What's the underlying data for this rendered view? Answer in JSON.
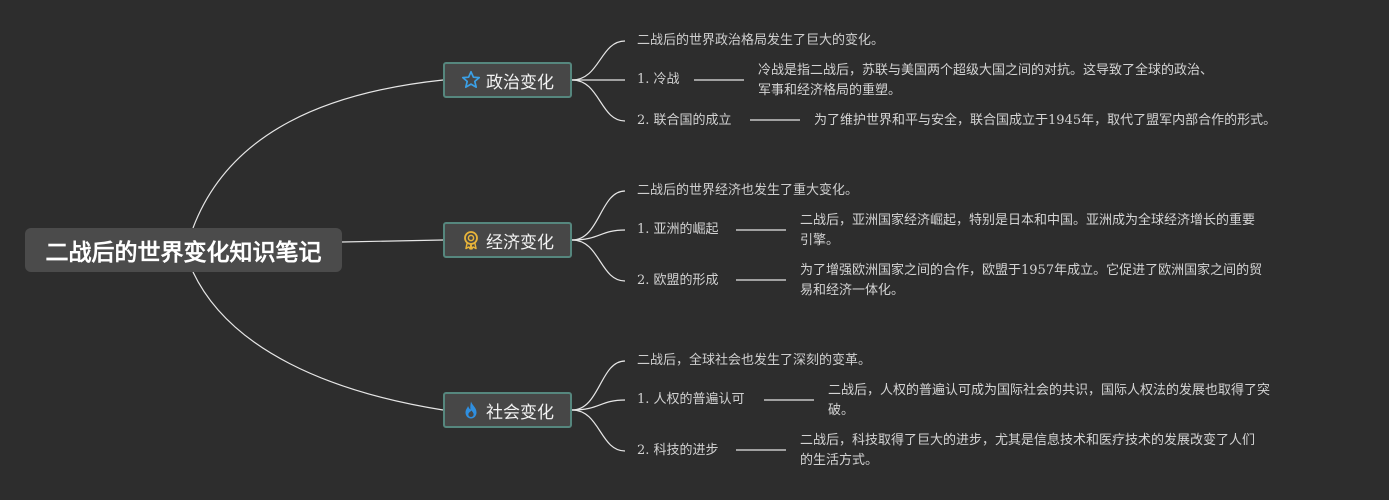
{
  "root": {
    "title": "二战后的世界变化知识笔记"
  },
  "colors": {
    "background": "#2d2d2d",
    "root_fill": "#4b4b4b",
    "topic_fill": "#474747",
    "topic_border": "#56877e",
    "line": "#e6e6e6",
    "icon_star": "#3ba0e6",
    "icon_award": "#e8b43a",
    "icon_flame": "#2f8fe0"
  },
  "topics": [
    {
      "label": "政治变化",
      "icon": "star-icon",
      "summary": "二战后的世界政治格局发生了巨大的变化。",
      "items": [
        {
          "label": "1. 冷战",
          "desc_lines": [
            "冷战是指二战后，苏联与美国两个超级大国之间的对抗。这导致了全球的政治、",
            "军事和经济格局的重塑。"
          ]
        },
        {
          "label": "2. 联合国的成立",
          "desc_lines": [
            "为了维护世界和平与安全，联合国成立于1945年，取代了盟军内部合作的形式。"
          ]
        }
      ]
    },
    {
      "label": "经济变化",
      "icon": "award-ribbon-icon",
      "summary": "二战后的世界经济也发生了重大变化。",
      "items": [
        {
          "label": "1. 亚洲的崛起",
          "desc_lines": [
            "二战后，亚洲国家经济崛起，特别是日本和中国。亚洲成为全球经济增长的重要",
            "引擎。"
          ]
        },
        {
          "label": "2. 欧盟的形成",
          "desc_lines": [
            "为了增强欧洲国家之间的合作，欧盟于1957年成立。它促进了欧洲国家之间的贸",
            "易和经济一体化。"
          ]
        }
      ]
    },
    {
      "label": "社会变化",
      "icon": "flame-icon",
      "summary": "二战后，全球社会也发生了深刻的变革。",
      "items": [
        {
          "label": "1. 人权的普遍认可",
          "desc_lines": [
            "二战后，人权的普遍认可成为国际社会的共识，国际人权法的发展也取得了突",
            "破。"
          ]
        },
        {
          "label": "2. 科技的进步",
          "desc_lines": [
            "二战后，科技取得了巨大的进步，尤其是信息技术和医疗技术的发展改变了人们",
            "的生活方式。"
          ]
        }
      ]
    }
  ]
}
